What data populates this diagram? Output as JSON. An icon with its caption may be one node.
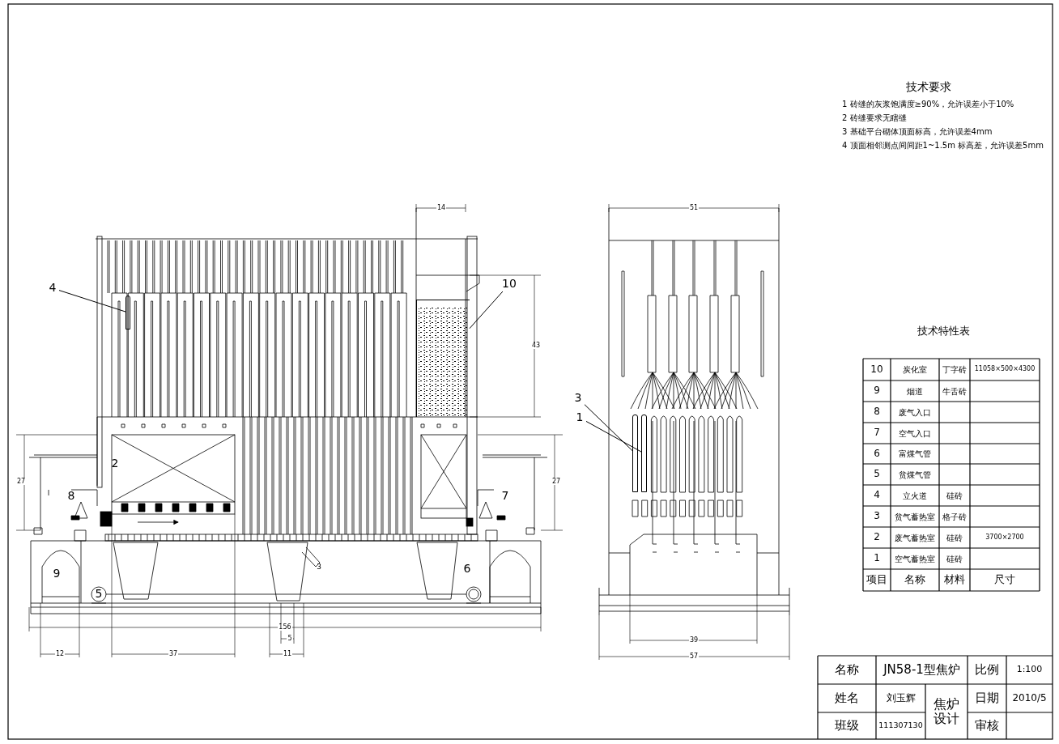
{
  "diagram": {
    "nodes": [
      {
        "text": [
          "4"
        ]
      },
      {
        "text": [],
        "shape": "bar"
      },
      {
        "text": [
          "10"
        ]
      },
      {
        "text": [],
        "shape": "box"
      },
      {
        "text": [
          "3"
        ]
      },
      {
        "text": [],
        "shape": "bar"
      },
      {
        "text": [
          "1"
        ]
      },
      {
        "text": [],
        "shape": "bar"
      }
    ],
    "edges": [
      {
        "from": 0,
        "to": 1,
        "arrow": "none"
      },
      {
        "from": 2,
        "to": 3,
        "arrow": "none"
      },
      {
        "from": 4,
        "to": 5,
        "arrow": "none"
      },
      {
        "from": 6,
        "to": 7,
        "arrow": "none"
      }
    ],
    "labels": [
      "技术要求",
      "1 砖缝的灰浆饱满度≥90%，允许误差小于10%",
      "2 砖缝要求无瞎缝",
      "3 基础平台砌体顶面标高，允许误差4mm",
      "4 顶面相邻测点间间距1~1.5m 标高差，允许误差5mm",
      "技术特性表",
      "10",
      "炭化室",
      "丁字砖",
      "11058×500×4300",
      "9",
      "烟道",
      "牛舌砖",
      "8",
      "废气入口",
      "7",
      "空气入口",
      "6",
      "富煤气管",
      "5",
      "贫煤气管",
      "4",
      "立火道",
      "硅砖",
      "3",
      "贫气蓄热室",
      "格子砖",
      "2",
      "废气蓄热室",
      "硅砖",
      "3700×2700",
      "1",
      "空气蓄热室",
      "硅砖",
      "项目",
      "名称",
      "材料",
      "尺寸",
      "名称",
      "JN58-1型焦炉",
      "比例",
      "1:100",
      "姓名",
      "刘玉辉",
      "焦炉设计",
      "日期",
      "2010/5",
      "班级",
      "111307130",
      "审核",
      "2",
      "8",
      "7",
      "9",
      "5",
      "6",
      "3",
      "14",
      "43",
      "27",
      "27",
      "156",
      "5",
      "12",
      "37",
      "11",
      "51",
      "39",
      "57"
    ]
  }
}
